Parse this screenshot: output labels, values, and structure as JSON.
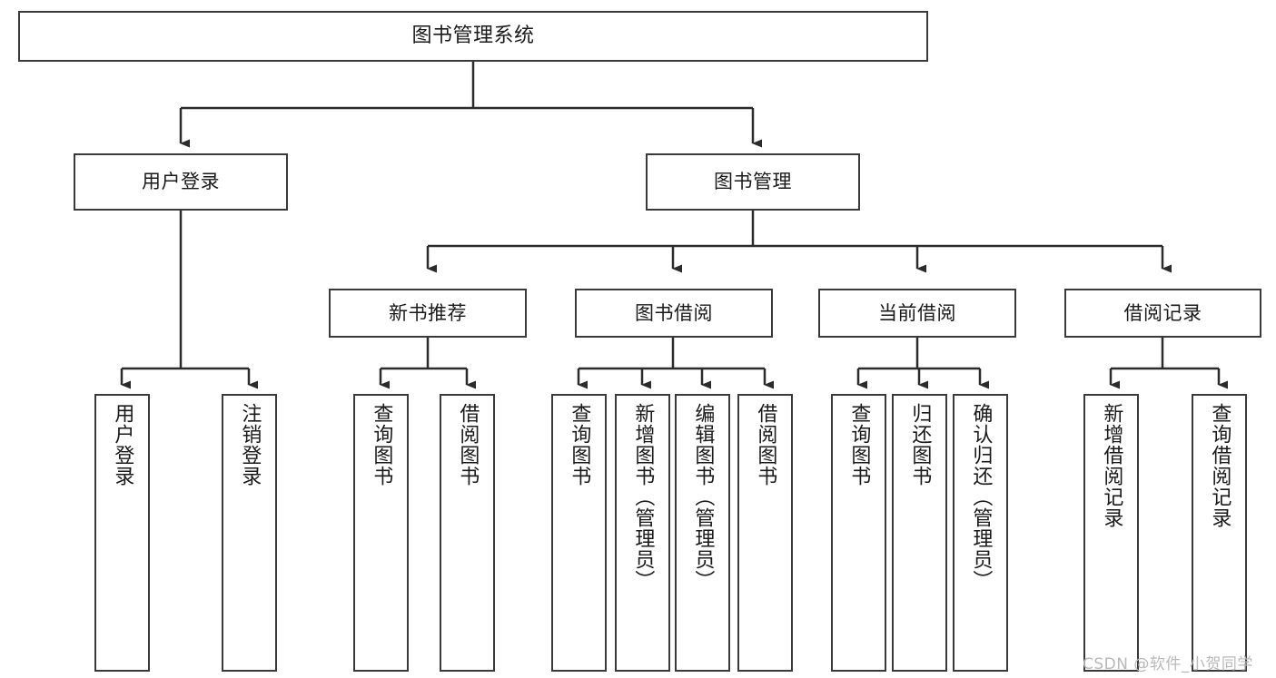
{
  "diagram": {
    "title": "图书管理系统",
    "watermark": "CSDN @软件_小贺同学",
    "colors": {
      "box_border": "#3a3a3a",
      "box_fill": "#ffffff",
      "edge": "#2b2b2b",
      "text": "#1a1a1a",
      "watermark": "#b9b9b9",
      "background": "#ffffff"
    },
    "nodes": {
      "root": {
        "label": "图书管理系统"
      },
      "level2": [
        {
          "id": "user-login",
          "label": "用户登录"
        },
        {
          "id": "book-manage",
          "label": "图书管理"
        }
      ],
      "level3": [
        {
          "id": "new-book-recommend",
          "label": "新书推荐"
        },
        {
          "id": "book-borrow",
          "label": "图书借阅"
        },
        {
          "id": "current-borrow",
          "label": "当前借阅"
        },
        {
          "id": "borrow-record",
          "label": "借阅记录"
        }
      ],
      "leaves": {
        "user-login": [
          {
            "id": "leaf-user-login",
            "label": "用户登录"
          },
          {
            "id": "leaf-user-logout",
            "label": "注销登录"
          }
        ],
        "new-book-recommend": [
          {
            "id": "leaf-query-book-1",
            "label": "查询图书"
          },
          {
            "id": "leaf-borrow-book-1",
            "label": "借阅图书"
          }
        ],
        "book-borrow": [
          {
            "id": "leaf-query-book-2",
            "label": "查询图书"
          },
          {
            "id": "leaf-add-book",
            "label": "新增图书（管理员）"
          },
          {
            "id": "leaf-edit-book",
            "label": "编辑图书（管理员）"
          },
          {
            "id": "leaf-borrow-book-2",
            "label": "借阅图书"
          }
        ],
        "current-borrow": [
          {
            "id": "leaf-query-book-3",
            "label": "查询图书"
          },
          {
            "id": "leaf-return-book",
            "label": "归还图书"
          },
          {
            "id": "leaf-confirm-return",
            "label": "确认归还（管理员）"
          }
        ],
        "borrow-record": [
          {
            "id": "leaf-add-record",
            "label": "新增借阅记录"
          },
          {
            "id": "leaf-query-record",
            "label": "查询借阅记录"
          }
        ]
      }
    }
  }
}
